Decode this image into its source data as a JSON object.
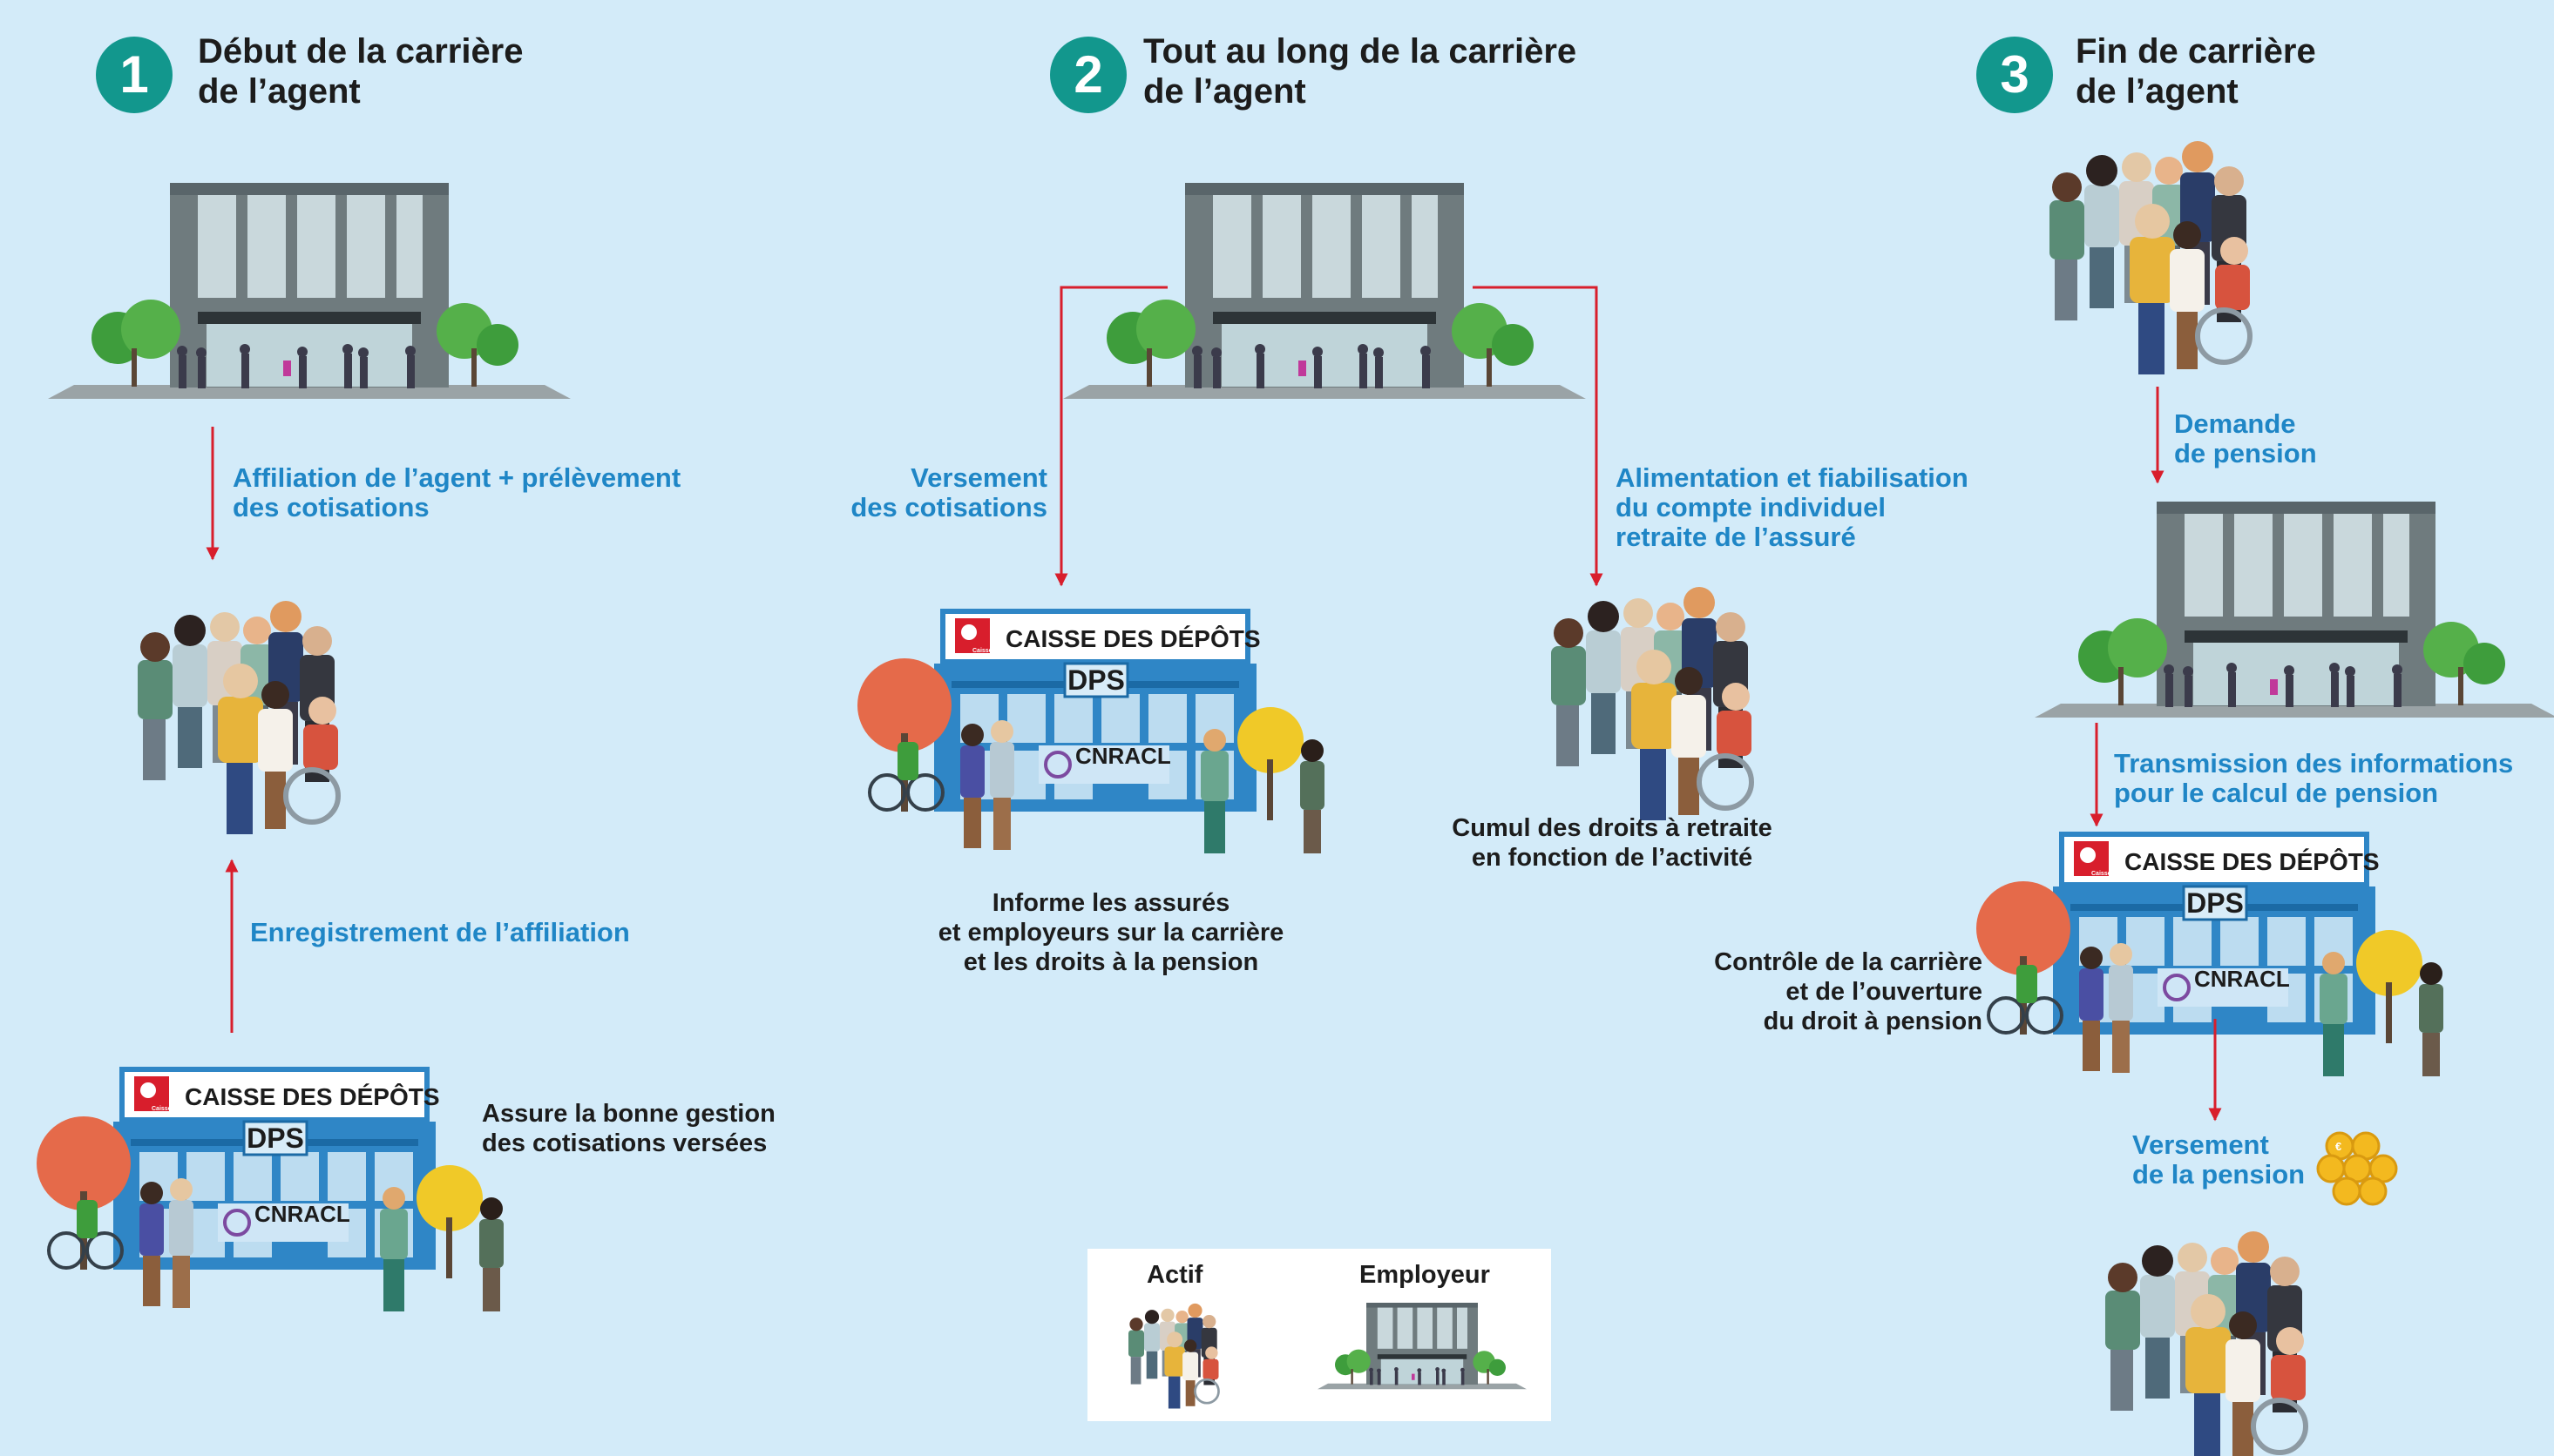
{
  "steps": [
    {
      "number": "1",
      "title_lines": [
        "Début de la carrière",
        "de l’agent"
      ]
    },
    {
      "number": "2",
      "title_lines": [
        "Tout au long de la carrière",
        "de l’agent"
      ]
    },
    {
      "number": "3",
      "title_lines": [
        "Fin de carrière",
        "de l’agent"
      ]
    }
  ],
  "labels": {
    "affiliation": [
      "Affiliation de l’agent + prélèvement",
      "des cotisations"
    ],
    "enregistrement": [
      "Enregistrement de l’affiliation"
    ],
    "assure": [
      "Assure la bonne gestion",
      "des cotisations versées"
    ],
    "versement_cotisations": [
      "Versement",
      "des cotisations"
    ],
    "alimentation": [
      "Alimentation et fiabilisation",
      "du compte individuel",
      "retraite de l’assuré"
    ],
    "informe": [
      "Informe les assurés",
      "et employeurs sur la carrière",
      "et les droits à la pension"
    ],
    "cumul": [
      "Cumul des droits à retraite",
      "en fonction de l’activité"
    ],
    "demande": [
      "Demande",
      "de pension"
    ],
    "transmission": [
      "Transmission des informations",
      "pour le calcul de pension"
    ],
    "controle": [
      "Contrôle de la carrière",
      "et de l’ouverture",
      "du droit à pension"
    ],
    "versement_pension": [
      "Versement",
      "de la pension"
    ]
  },
  "institution": {
    "name": "CAISSE DES DÉPÔTS",
    "logo_text": "Caisse des Dépôts",
    "dept": "DPS",
    "fund": "CNRACL"
  },
  "legend": {
    "actif": "Actif",
    "employeur": "Employeur"
  },
  "colors": {
    "background": "#d3ebf9",
    "accent_teal": "#12978d",
    "label_blue": "#1f86c6",
    "arrow_red": "#d81e2c",
    "building_gray": "#6f7b7e"
  }
}
